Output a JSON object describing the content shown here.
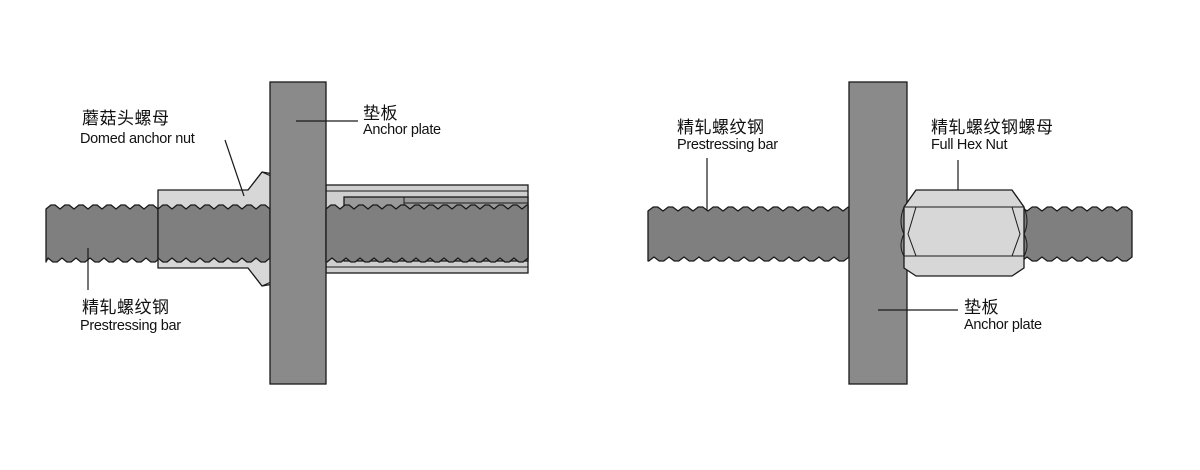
{
  "palette": {
    "bar": "#7f7f7f",
    "plate": "#8a8a8a",
    "nut": "#d7d7d7",
    "sleeve": "#cfcfcf",
    "outline": "#1a1a1a",
    "background": "#ffffff"
  },
  "left_diagram": {
    "nut_label_cn": "蘑菇头螺母",
    "nut_label_en": "Domed anchor nut",
    "plate_label_cn": "垫板",
    "plate_label_en": "Anchor plate",
    "bar_label_cn": "精轧螺纹钢",
    "bar_label_en": "Prestressing bar"
  },
  "right_diagram": {
    "bar_label_cn": "精轧螺纹钢",
    "bar_label_en": "Prestressing bar",
    "nut_label_cn": "精轧螺纹钢螺母",
    "nut_label_en": "Full Hex Nut",
    "plate_label_cn": "垫板",
    "plate_label_en": "Anchor plate"
  }
}
